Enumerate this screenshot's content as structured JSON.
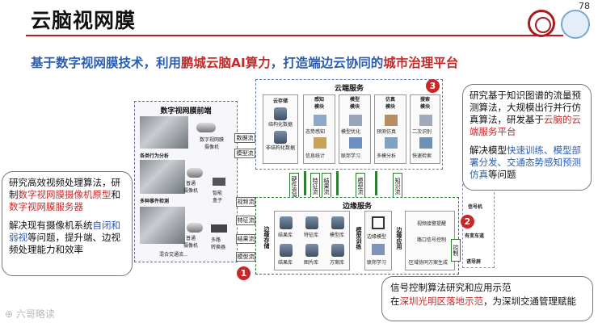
{
  "header": {
    "title": "云脑视网膜",
    "page_number": "78",
    "subtitle_parts": [
      "基于数字视网膜技术，利用",
      "鹏城云脑AI算力",
      "，打造端边云协同的",
      "城市治理平台"
    ]
  },
  "retina_frontend": {
    "title": "数字视网膜前端",
    "camera_label": "数字视网膜\n摄像机",
    "analysis_label": "各类行为分析",
    "event_label": "多种事件检测",
    "normal_cam1": "普通\n摄像机",
    "smart_box": "智能\n盒子",
    "normal_cam2": "普通\n摄像机",
    "multi_conv": "多路\n转换器",
    "multi_cross": "混合交通流..."
  },
  "links": {
    "data_stream": "数据流",
    "model_stream": "模型流",
    "video_stream": "视频流",
    "feature_stream": "特征流",
    "result_stream": "结果流",
    "model_stream2": "模型流",
    "up_feature": "特征流",
    "up_model": "模型流",
    "up_knowledge": "知识流",
    "up_result": "结果流",
    "up_hardware": "硬件资源"
  },
  "cloud": {
    "title": "云端服务",
    "storage_title": "云存储",
    "storage_items": [
      "结构化数据",
      "非结构化数据"
    ],
    "modules": [
      {
        "title": "感知\n模块",
        "items": [
          "态势感知",
          "信息统计"
        ]
      },
      {
        "title": "模型\n模块",
        "items": [
          "模型优化",
          "联邦学习"
        ]
      },
      {
        "title": "仿真\n模块",
        "items": [
          "预测仿真",
          "多模分析"
        ]
      },
      {
        "title": "搜索\n模块",
        "items": [
          "二次识别",
          "快速检索"
        ]
      }
    ]
  },
  "edge": {
    "title": "边缘服务",
    "storage_label": "边缘存储",
    "storage_items": [
      "结果库",
      "特征库",
      "模型库",
      "结果库",
      "图片库",
      "方案库"
    ],
    "model_train_label": "模型训练",
    "model_train_items": [
      "边缘模型",
      "联邦学习"
    ],
    "app_label": "边缘应用",
    "app_items": [
      "视频接警提醒",
      "路口信号控制",
      "区域协同方案生成"
    ]
  },
  "right_side": {
    "items": [
      "信号机",
      "有变车道",
      "诱导屏"
    ],
    "control_label": "控制"
  },
  "callouts": {
    "left": {
      "p1_a": "研究高效视频处理算法，研制",
      "p1_b": "数字视网膜摄像机原型",
      "p1_c": "和",
      "p1_d": "数字视网膜服务器",
      "p2_a": "解决现有摄像机系统",
      "p2_b": "自闭和弱视",
      "p2_c": "等问题，提升端、边视频处理能力和效率"
    },
    "right": {
      "p1_a": "研究基于知识图谱的流量预测算法，大规模出行并行仿真算法，研发基于",
      "p1_b": "云脑的云端服务平台",
      "p2_a": "解决模型",
      "p2_b": "快速训练、模型部署分发、交通态势感知预测仿真",
      "p2_c": "等问题"
    },
    "bottom": {
      "line1": "信号控制算法研究和应用示范",
      "line2_a": "在",
      "line2_b": "深圳光明区落地示范",
      "line2_c": "，为深圳交通管理赋能"
    }
  },
  "badges": [
    "1",
    "2",
    "3"
  ],
  "watermark": "六哥略读",
  "colors": {
    "accent_red": "#c62828",
    "accent_blue": "#2a5db0",
    "edge_green": "#2e7d32"
  }
}
